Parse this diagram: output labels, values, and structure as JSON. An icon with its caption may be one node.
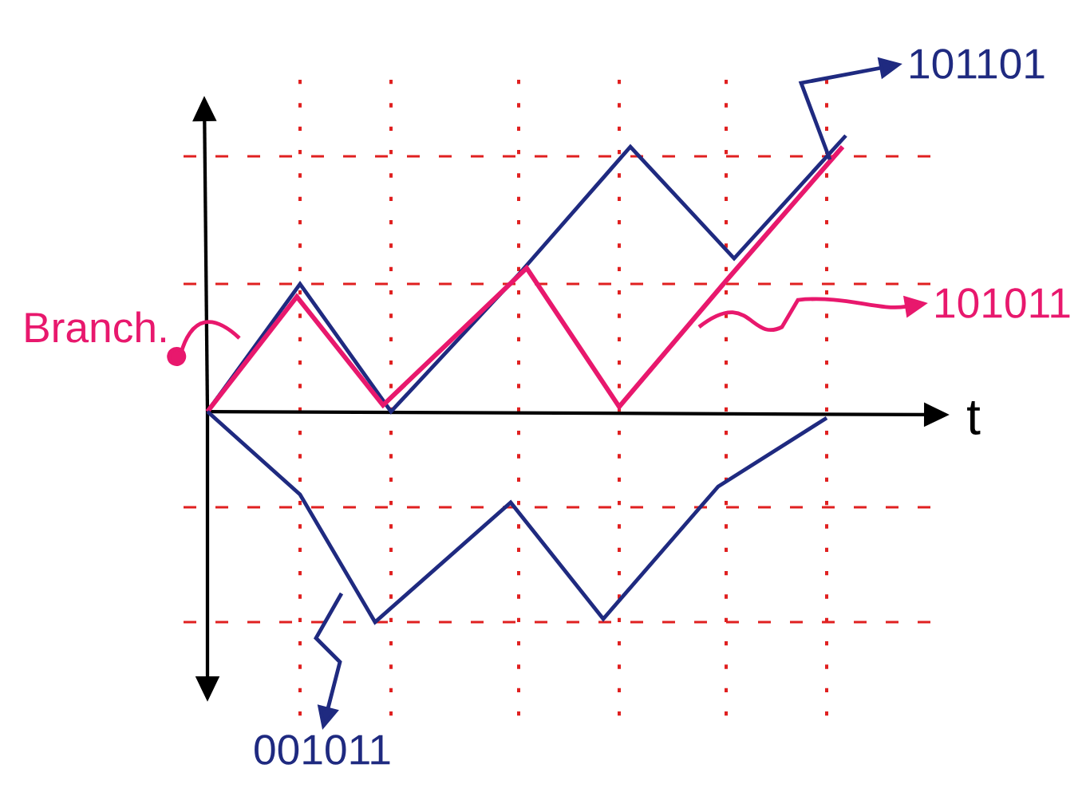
{
  "diagram": {
    "nodes": [
      {
        "text": [
          "Branch."
        ]
      },
      {
        "text": [
          "101101"
        ]
      },
      {
        "text": [
          "101011"
        ]
      },
      {
        "text": [
          "001011"
        ]
      }
    ],
    "edges": [
      {
        "from": 0,
        "to": null,
        "arrow": "other",
        "color": "#e8186d"
      },
      {
        "from": null,
        "to": 1,
        "arrow": "to",
        "color": "#1f2a80"
      },
      {
        "from": null,
        "to": 2,
        "arrow": "to",
        "color": "#e8186d"
      },
      {
        "from": null,
        "to": 3,
        "arrow": "to",
        "color": "#1f2a80"
      }
    ],
    "labels": [
      "t"
    ]
  }
}
